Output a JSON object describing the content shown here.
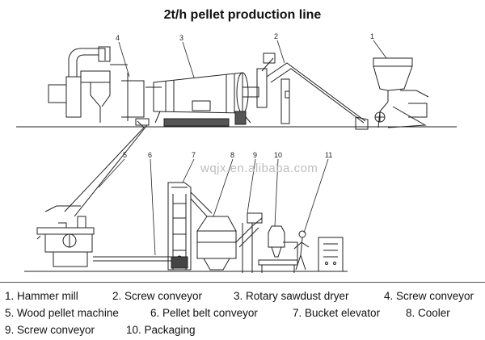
{
  "title": "2t/h pellet production line",
  "watermark": "wqjx.en.alibaba.com",
  "callouts": [
    "1",
    "2",
    "3",
    "4",
    "5",
    "6",
    "7",
    "8",
    "9",
    "10",
    "11"
  ],
  "legend": [
    "1. Hammer mill",
    "2. Screw conveyor",
    "3. Rotary sawdust dryer",
    "4. Screw conveyor",
    "5. Wood pellet machine",
    "6. Pellet belt conveyor",
    "7. Bucket elevator",
    "8. Cooler",
    "9. Screw conveyor",
    "10. Packaging"
  ],
  "colors": {
    "line": "#222222",
    "hatch": "#444444",
    "watermark": "#bdbdbd"
  }
}
